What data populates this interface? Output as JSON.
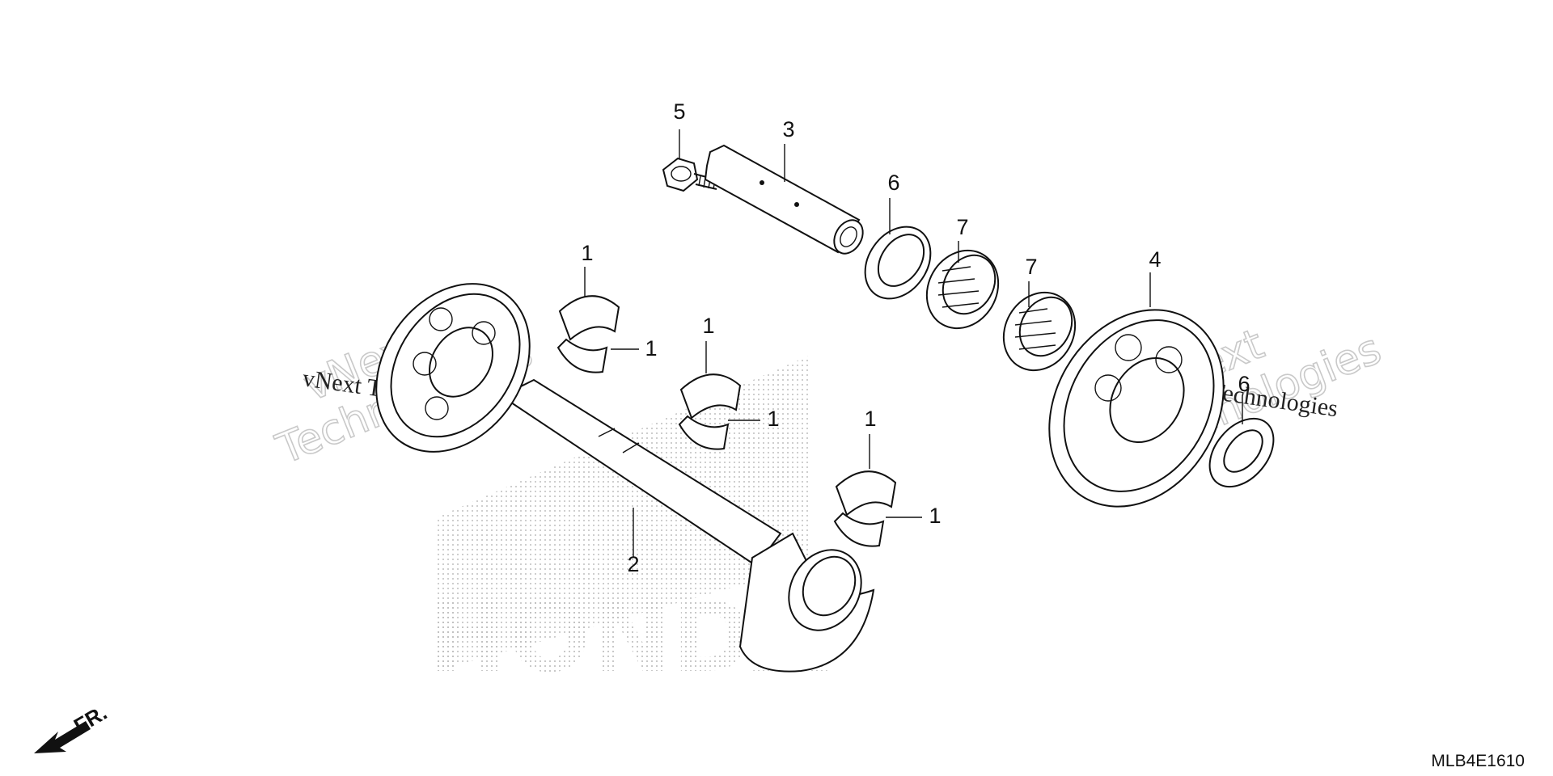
{
  "diagram": {
    "part_labels": {
      "bearing_a_top": "1",
      "bearing_a_right": "1",
      "bearing_b_top": "1",
      "bearing_b_right": "1",
      "bearing_c_top": "1",
      "bearing_c_right": "1",
      "balancer_shaft": "2",
      "shaft": "3",
      "gear": "4",
      "bolt": "5",
      "washer_upper": "6",
      "washer_lower": "6",
      "needle_bearing_left": "7",
      "needle_bearing_right": "7"
    },
    "watermarks": {
      "large_left": "vNext\nTechnologies",
      "large_right": "vNext\nTechnologies",
      "plain_left": "vNext Technologies",
      "plain_right": "vNext Technologies"
    },
    "brand_watermark": "HONDA",
    "direction_label": "FR.",
    "diagram_code": "MLB4E1610"
  }
}
